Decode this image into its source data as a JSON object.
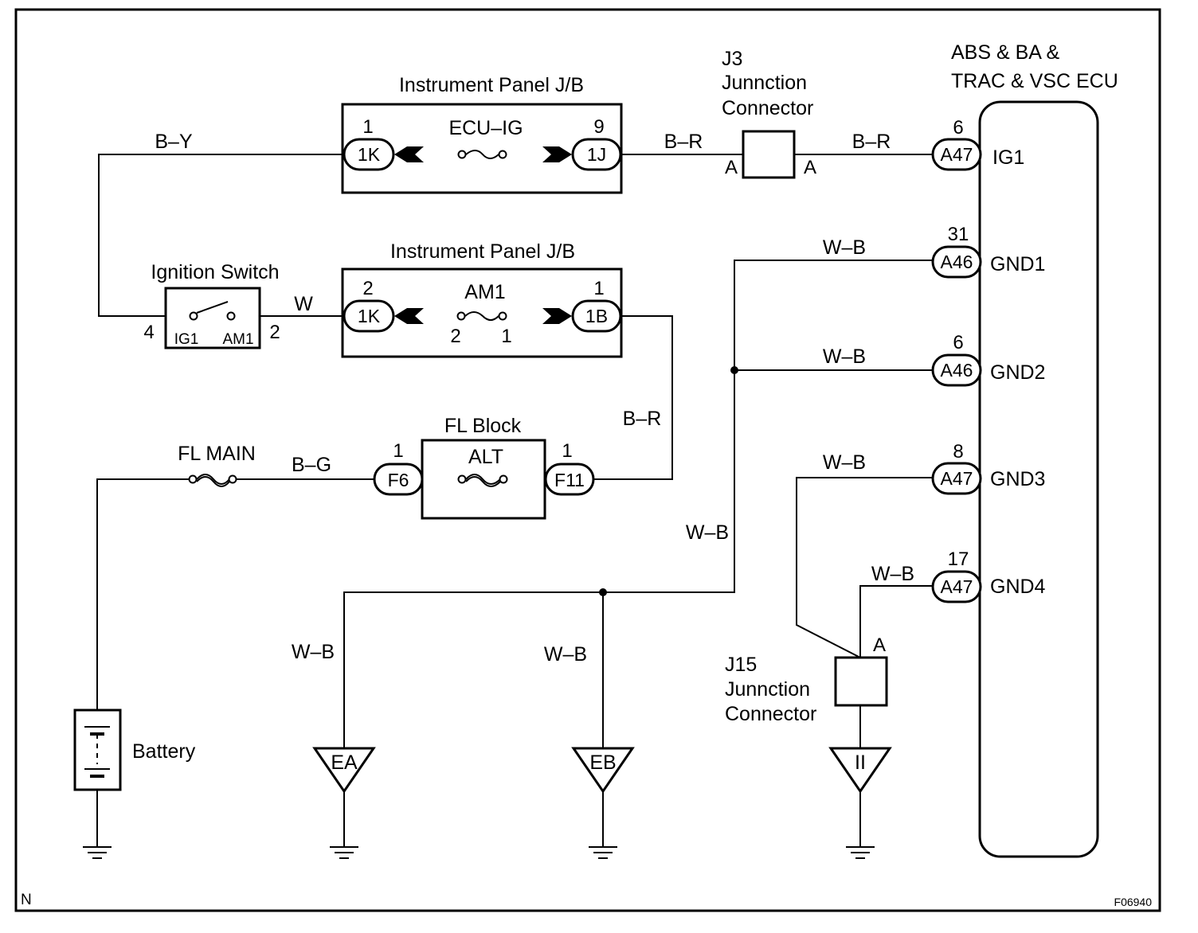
{
  "boxes": {
    "ipjb_top": "Instrument Panel J/B",
    "ipjb_mid": "Instrument Panel J/B",
    "ignition": "Ignition Switch",
    "fl_block": "FL Block",
    "ecu_line1": "ABS & BA &",
    "ecu_line2": "TRAC & VSC  ECU",
    "j3_line1": "J3",
    "j3_line2": "Junnction",
    "j3_line3": "Connector",
    "j15_line1": "J15",
    "j15_line2": "Junnction",
    "j15_line3": "Connector",
    "battery": "Battery"
  },
  "fuses": {
    "ecu_ig": "ECU–IG",
    "am1": "AM1",
    "alt": "ALT",
    "fl_main": "FL MAIN"
  },
  "wires": {
    "by": "B–Y",
    "br1": "B–R",
    "br2": "B–R",
    "w": "W",
    "br3": "B–R",
    "bg": "B–G",
    "wb_gnd1": "W–B",
    "wb_gnd2": "W–B",
    "wb_gnd3": "W–B",
    "wb_gnd4": "W–B",
    "wb_vert": "W–B",
    "wb_ea": "W–B",
    "wb_eb": "W–B"
  },
  "connectors": {
    "top_1k": "1K",
    "top_1k_pin": "1",
    "top_1j": "1J",
    "top_1j_pin": "9",
    "mid_1k": "1K",
    "mid_1k_pin": "2",
    "mid_1b": "1B",
    "mid_1b_pin": "1",
    "f6": "F6",
    "f6_pin": "1",
    "f11": "F11",
    "f11_pin": "1",
    "ig1_conn": "A47",
    "ig1_pin": "6",
    "gnd1_conn": "A46",
    "gnd1_pin": "31",
    "gnd2_conn": "A46",
    "gnd2_pin": "6",
    "gnd3_conn": "A47",
    "gnd3_pin": "8",
    "gnd4_conn": "A47",
    "gnd4_pin": "17"
  },
  "terminals": {
    "ig1": "IG1",
    "gnd1": "GND1",
    "gnd2": "GND2",
    "gnd3": "GND3",
    "gnd4": "GND4"
  },
  "switch": {
    "ig1": "IG1",
    "am1": "AM1",
    "pin_left": "4",
    "pin_right": "2"
  },
  "am1_pins": {
    "left": "2",
    "right": "1"
  },
  "j3_pins": {
    "left": "A",
    "right": "A"
  },
  "j15_pin": "A",
  "grounds": {
    "ea": "EA",
    "eb": "EB",
    "ii": "II"
  },
  "corner": {
    "left": "N",
    "right": "F06940"
  }
}
